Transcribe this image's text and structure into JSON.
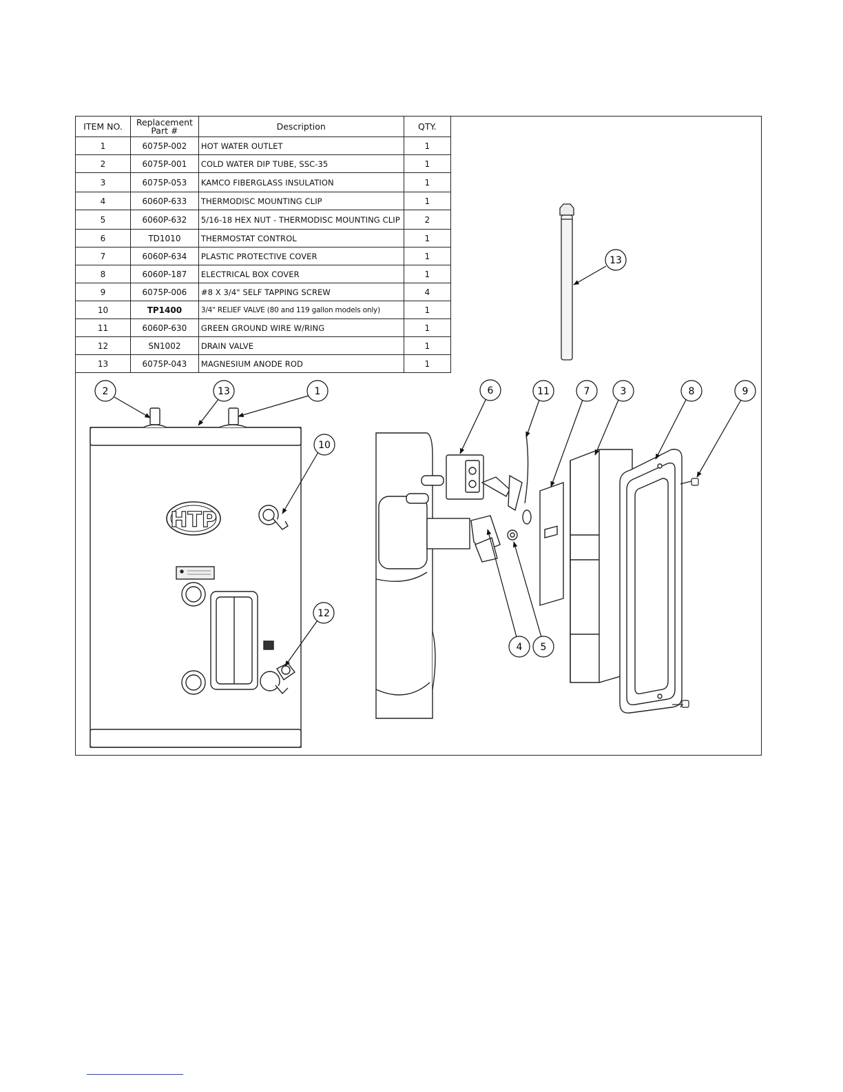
{
  "table": {
    "headers": {
      "item": "ITEM NO.",
      "part_line1": "Replacement",
      "part_line2": "Part #",
      "description": "Description",
      "qty": "QTY."
    },
    "rows": [
      {
        "item": "1",
        "part": "6075P-002",
        "desc": "HOT WATER OUTLET",
        "qty": "1"
      },
      {
        "item": "2",
        "part": "6075P-001",
        "desc": "COLD WATER DIP TUBE, SSC-35",
        "qty": "1"
      },
      {
        "item": "3",
        "part": "6075P-053",
        "desc": "KAMCO FIBERGLASS INSULATION",
        "qty": "1"
      },
      {
        "item": "4",
        "part": "6060P-633",
        "desc": "THERMODISC MOUNTING CLIP",
        "qty": "1"
      },
      {
        "item": "5",
        "part": "6060P-632",
        "desc": "5/16-18 HEX NUT - THERMODISC MOUNTING CLIP",
        "qty": "2"
      },
      {
        "item": "6",
        "part": "TD1010",
        "desc": "THERMOSTAT CONTROL",
        "qty": "1"
      },
      {
        "item": "7",
        "part": "6060P-634",
        "desc": "PLASTIC PROTECTIVE COVER",
        "qty": "1"
      },
      {
        "item": "8",
        "part": "6060P-187",
        "desc": "ELECTRICAL BOX COVER",
        "qty": "1"
      },
      {
        "item": "9",
        "part": "6075P-006",
        "desc": "#8 X 3/4\" SELF TAPPING SCREW",
        "qty": "4"
      },
      {
        "item": "10",
        "part": "TP1400",
        "desc": "3/4\" RELIEF VALVE  (80 and 119 gallon models only)",
        "qty": "1"
      },
      {
        "item": "11",
        "part": "6060P-630",
        "desc": "GREEN GROUND WIRE W/RING",
        "qty": "1"
      },
      {
        "item": "12",
        "part": "SN1002",
        "desc": "DRAIN VALVE",
        "qty": "1"
      },
      {
        "item": "13",
        "part": "6075P-043",
        "desc": "MAGNESIUM ANODE ROD",
        "qty": "1"
      }
    ]
  },
  "callouts": {
    "c1": "1",
    "c2": "2",
    "c3": "3",
    "c4": "4",
    "c5": "5",
    "c6": "6",
    "c7": "7",
    "c8": "8",
    "c9": "9",
    "c10": "10",
    "c11": "11",
    "c12": "12",
    "c13": "13",
    "c13_rod": "13"
  },
  "logo": "HTP"
}
